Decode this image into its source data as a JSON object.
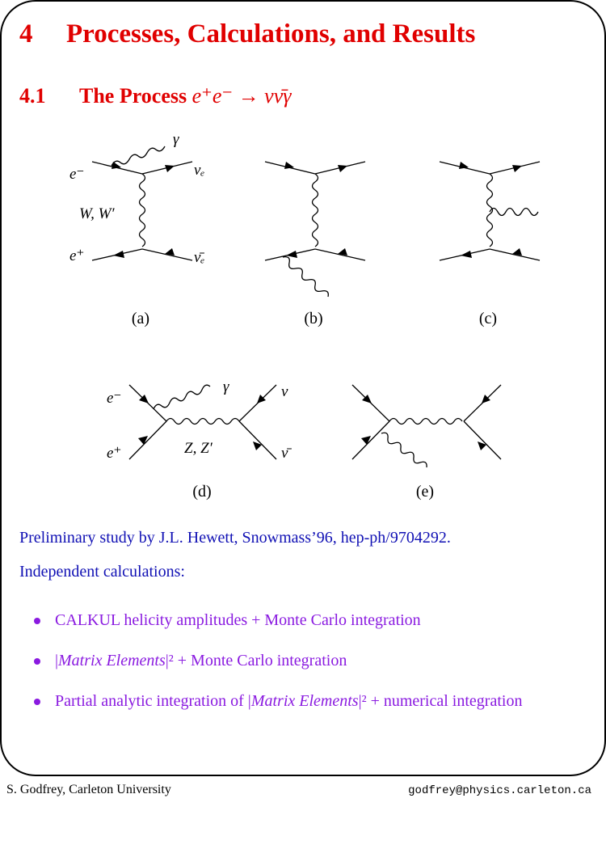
{
  "section": {
    "number": "4",
    "title": "Processes, Calculations, and Results"
  },
  "subsection": {
    "number": "4.1",
    "title": "The Process",
    "math": "e⁺e⁻ → νν̄γ"
  },
  "diagrams": {
    "labels": {
      "a": "(a)",
      "b": "(b)",
      "c": "(c)",
      "d": "(d)",
      "e": "(e)",
      "e_minus": "e⁻",
      "e_plus": "e⁺",
      "gamma": "γ",
      "nu_e": "νₑ",
      "nubar_e": "ν̄ₑ",
      "nu": "ν",
      "nubar": "ν̄",
      "w_boson": "W, W′",
      "z_boson": "Z, Z′"
    }
  },
  "text": {
    "preliminary": "Preliminary study by J.L. Hewett, Snowmass’96, hep-ph/9704292.",
    "independent": "Independent calculations:"
  },
  "bullets": [
    {
      "text": "CALKUL helicity amplitudes + Monte Carlo integration"
    },
    {
      "pre": "|",
      "it": "Matrix Elements",
      "post": "|² + Monte Carlo integration"
    },
    {
      "pre": "Partial analytic integration of |",
      "it": "Matrix Elements",
      "post": "|² + numerical integration"
    }
  ],
  "footer": {
    "left": "S. Godfrey, Carleton University",
    "right": "godfrey@physics.carleton.ca"
  }
}
